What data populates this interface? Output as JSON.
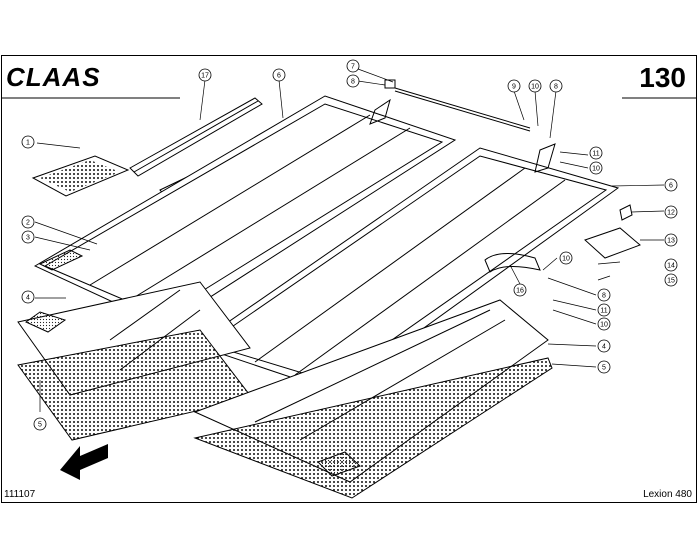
{
  "header": {
    "brand": "CLAAS",
    "page_number": "130"
  },
  "footer": {
    "document_number": "111107",
    "model": "Lexion 480"
  },
  "callouts": {
    "c17": "17",
    "c6a": "6",
    "c7": "7",
    "c8a": "8",
    "c9": "9",
    "c10a": "10",
    "c8b": "8",
    "c1": "1",
    "c11a": "11",
    "c10b": "10",
    "c6b": "6",
    "c12": "12",
    "c2": "2",
    "c3": "3",
    "c13": "13",
    "c10c": "10",
    "c14": "14",
    "c15": "15",
    "c4a": "4",
    "c16": "16",
    "c8c": "8",
    "c11b": "11",
    "c10d": "10",
    "c4b": "4",
    "c5a": "5",
    "c5b": "5"
  }
}
